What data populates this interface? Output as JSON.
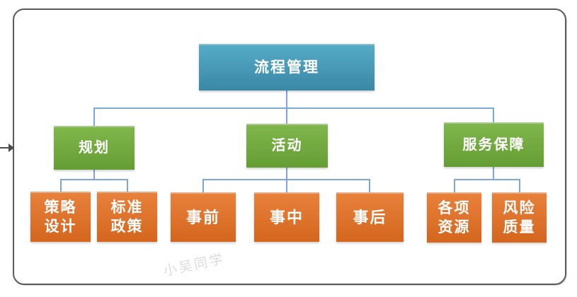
{
  "diagram": {
    "root": {
      "label": "流程管理"
    },
    "branches": [
      {
        "label": "规划",
        "children": [
          {
            "label": "策略\n设计"
          },
          {
            "label": "标准\n政策"
          }
        ]
      },
      {
        "label": "活动",
        "children": [
          {
            "label": "事前"
          },
          {
            "label": "事中"
          },
          {
            "label": "事后"
          }
        ]
      },
      {
        "label": "服务保障",
        "children": [
          {
            "label": "各项\n资源"
          },
          {
            "label": "风险\n质量"
          }
        ]
      }
    ]
  },
  "watermark": "小吴同学",
  "colors": {
    "node-root-top": "#55abc5",
    "node-root-bottom": "#3a88a6",
    "node-branch-top": "#80b74d",
    "node-branch-bottom": "#649d33",
    "node-leaf-top": "#e8813b",
    "node-leaf-bottom": "#d4661e",
    "connector": "#7ba7d7",
    "frame-border": "#5a5a5a",
    "arrow": "#4d4d4d",
    "watermark": "#dcdcdc",
    "text": "#ffffff"
  }
}
